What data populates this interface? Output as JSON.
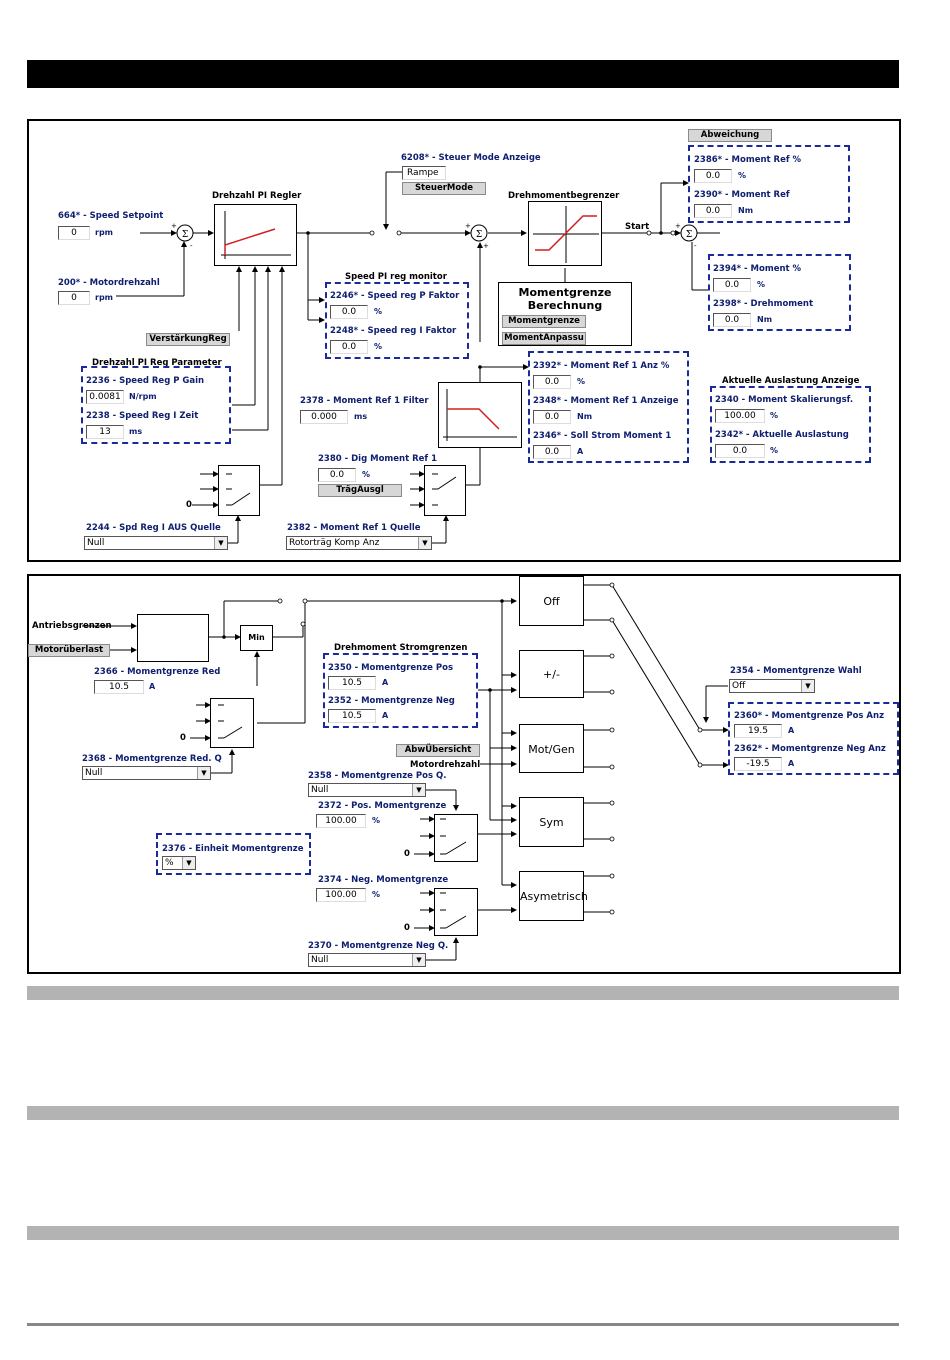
{
  "d1": {
    "speed_setpoint": {
      "label": "664* - Speed Setpoint",
      "value": "0",
      "unit": "rpm"
    },
    "motordrehzahl": {
      "label": "200* - Motordrehzahl",
      "value": "0",
      "unit": "rpm"
    },
    "pi_title": "Drehzahl PI Regler",
    "steuer_mode": {
      "label": "6208* - Steuer Mode Anzeige",
      "value": "Rampe",
      "button": "SteuerMode"
    },
    "begrenzer_title": "Drehmomentbegrenzer",
    "start": "Start",
    "abweichung": "Abweichung",
    "moment_ref_pct": {
      "label": "2386* - Moment Ref %",
      "value": "0.0",
      "unit": "%"
    },
    "moment_ref": {
      "label": "2390* - Moment Ref",
      "value": "0.0",
      "unit": "Nm"
    },
    "moment_pct": {
      "label": "2394* - Moment %",
      "value": "0.0",
      "unit": "%"
    },
    "drehmoment": {
      "label": "2398* - Drehmoment",
      "value": "0.0",
      "unit": "Nm"
    },
    "pi_monitor": {
      "title": "Speed PI reg monitor",
      "p_label": "2246* - Speed reg P Faktor",
      "p_value": "0.0",
      "p_unit": "%",
      "i_label": "2248* - Speed reg I Faktor",
      "i_value": "0.0",
      "i_unit": "%"
    },
    "verstaerkung": "VerstärkungReg",
    "mg_calc": {
      "title1": "Momentgrenze",
      "title2": "Berechnung",
      "btn1": "Momentgrenze",
      "btn2": "MomentAnpassu"
    },
    "pi_params": {
      "title": "Drehzahl PI Reg Parameter",
      "gain_label": "2236 - Speed Reg P Gain",
      "gain_value": "0.0081",
      "gain_unit": "N/rpm",
      "zeit_label": "2238 - Speed Reg I Zeit",
      "zeit_value": "13",
      "zeit_unit": "ms"
    },
    "filter": {
      "label": "2378 - Moment Ref 1 Filter",
      "value": "0.000",
      "unit": "ms"
    },
    "ref_anz": {
      "label": "2392* - Moment Ref 1 Anz %",
      "value": "0.0",
      "unit": "%",
      "label2": "2348* - Moment Ref 1 Anzeige",
      "value2": "0.0",
      "unit2": "Nm",
      "label3": "2346* - Soll Strom Moment 1",
      "value3": "0.0",
      "unit3": "A"
    },
    "auslastung": {
      "title": "Aktuelle Auslastung Anzeige",
      "label1": "2340 - Moment Skalierungsf.",
      "value1": "100.00",
      "unit1": "%",
      "label2": "2342* - Aktuelle Auslastung",
      "value2": "0.0",
      "unit2": "%"
    },
    "dig_ref": {
      "label": "2380 - Dig Moment Ref 1",
      "value": "0.0",
      "unit": "%",
      "button": "TrägAusgl"
    },
    "zero": "0",
    "spd_aus": {
      "label": "2244 - Spd Reg I AUS Quelle",
      "value": "Null"
    },
    "ref_quelle": {
      "label": "2382 - Moment Ref 1 Quelle",
      "value": "Rotorträg Komp Anz"
    }
  },
  "d2": {
    "antrieb": "Antriebsgrenzen",
    "motorueberlast": "Motorüberlast",
    "min": "Min",
    "red": {
      "label": "2366 - Momentgrenze Red",
      "value": "10.5",
      "unit": "A"
    },
    "strom": {
      "title": "Drehmoment Stromgrenzen",
      "pos_label": "2350 - Momentgrenze Pos",
      "pos_value": "10.5",
      "pos_unit": "A",
      "neg_label": "2352 - Momentgrenze Neg",
      "neg_value": "10.5",
      "neg_unit": "A"
    },
    "modes": [
      "Off",
      "+/-",
      "Mot/Gen",
      "Sym",
      "Asymetrisch"
    ],
    "abw": "AbwÜbersicht",
    "motordrehzahl": "Motordrehzahl",
    "red_q": {
      "label": "2368 - Momentgrenze Red. Q",
      "value": "Null"
    },
    "pos_q": {
      "label": "2358 - Momentgrenze Pos Q.",
      "value": "Null"
    },
    "pos_mg": {
      "label": "2372 - Pos. Momentgrenze",
      "value": "100.00",
      "unit": "%"
    },
    "einheit": {
      "label": "2376 - Einheit Momentgrenze",
      "value": "%"
    },
    "neg_mg": {
      "label": "2374 - Neg. Momentgrenze",
      "value": "100.00",
      "unit": "%"
    },
    "neg_q": {
      "label": "2370 - Momentgrenze Neg Q.",
      "value": "Null"
    },
    "wahl": {
      "label": "2354 - Momentgrenze Wahl",
      "value": "Off"
    },
    "anz": {
      "pos_label": "2360* - Momentgrenze Pos Anz",
      "pos_value": "19.5",
      "pos_unit": "A",
      "neg_label": "2362* - Momentgrenze Neg Anz",
      "neg_value": "-19.5",
      "neg_unit": "A"
    },
    "zero": "0"
  }
}
